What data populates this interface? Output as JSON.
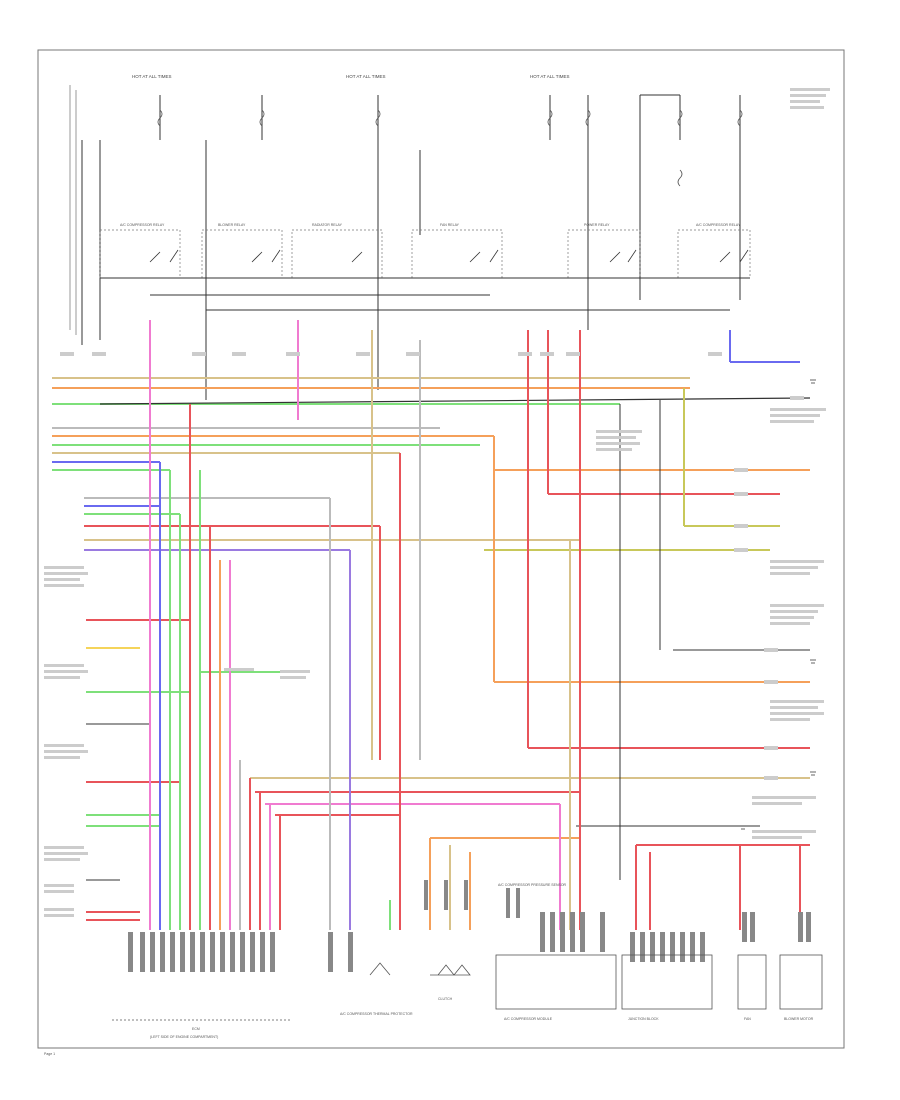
{
  "fuses": {
    "hot_at_all_times": "HOT AT ALL TIMES"
  },
  "relays": [
    {
      "label": "A/C COMPRESSOR RELAY"
    },
    {
      "label": "BLOWER RELAY"
    },
    {
      "label": "RADIATOR RELAY"
    },
    {
      "label": "FAN RELAY"
    },
    {
      "label": "POWER RELAY"
    },
    {
      "label": "A/C COMPRESSOR RELAY"
    }
  ],
  "components": {
    "compressor_sensor": "A/C COMPRESSOR PRESSURE SENSOR",
    "ecm": "ECM",
    "ecm_sub": "(LEFT SIDE OF ENGINE COMPARTMENT)",
    "thermal_protector": "A/C COMPRESSOR THERMAL PROTECTOR",
    "clutch": "CLUTCH",
    "compressor_module": "A/C COMPRESSOR MODULE",
    "junction_block": "JUNCTION BLOCK",
    "fan": "FAN",
    "blower_motor": "BLOWER MOTOR"
  },
  "footer": {
    "page_ref": "Page 1"
  },
  "colors": {
    "red": "#e8545a",
    "pink": "#f07bd0",
    "orange": "#f5a05a",
    "tan": "#d8c28a",
    "green": "#7ee07a",
    "blue": "#6a6af0",
    "purple": "#9a7ae0",
    "black": "#333333",
    "gray": "#bbbbbb",
    "yellowgreen": "#c8c85a"
  }
}
